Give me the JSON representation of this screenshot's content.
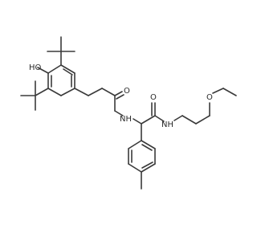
{
  "atoms": {
    "hydroxyl": "HO",
    "carbonyl_oxygen_1": "O",
    "carbonyl_oxygen_2": "O",
    "amide_nitrogen_1": "NH",
    "amide_nitrogen_2": "NH",
    "ether_oxygen": "O"
  },
  "colors": {
    "bond": "#3a3a3a",
    "label": "#2a2a2a",
    "background": "#ffffff"
  }
}
